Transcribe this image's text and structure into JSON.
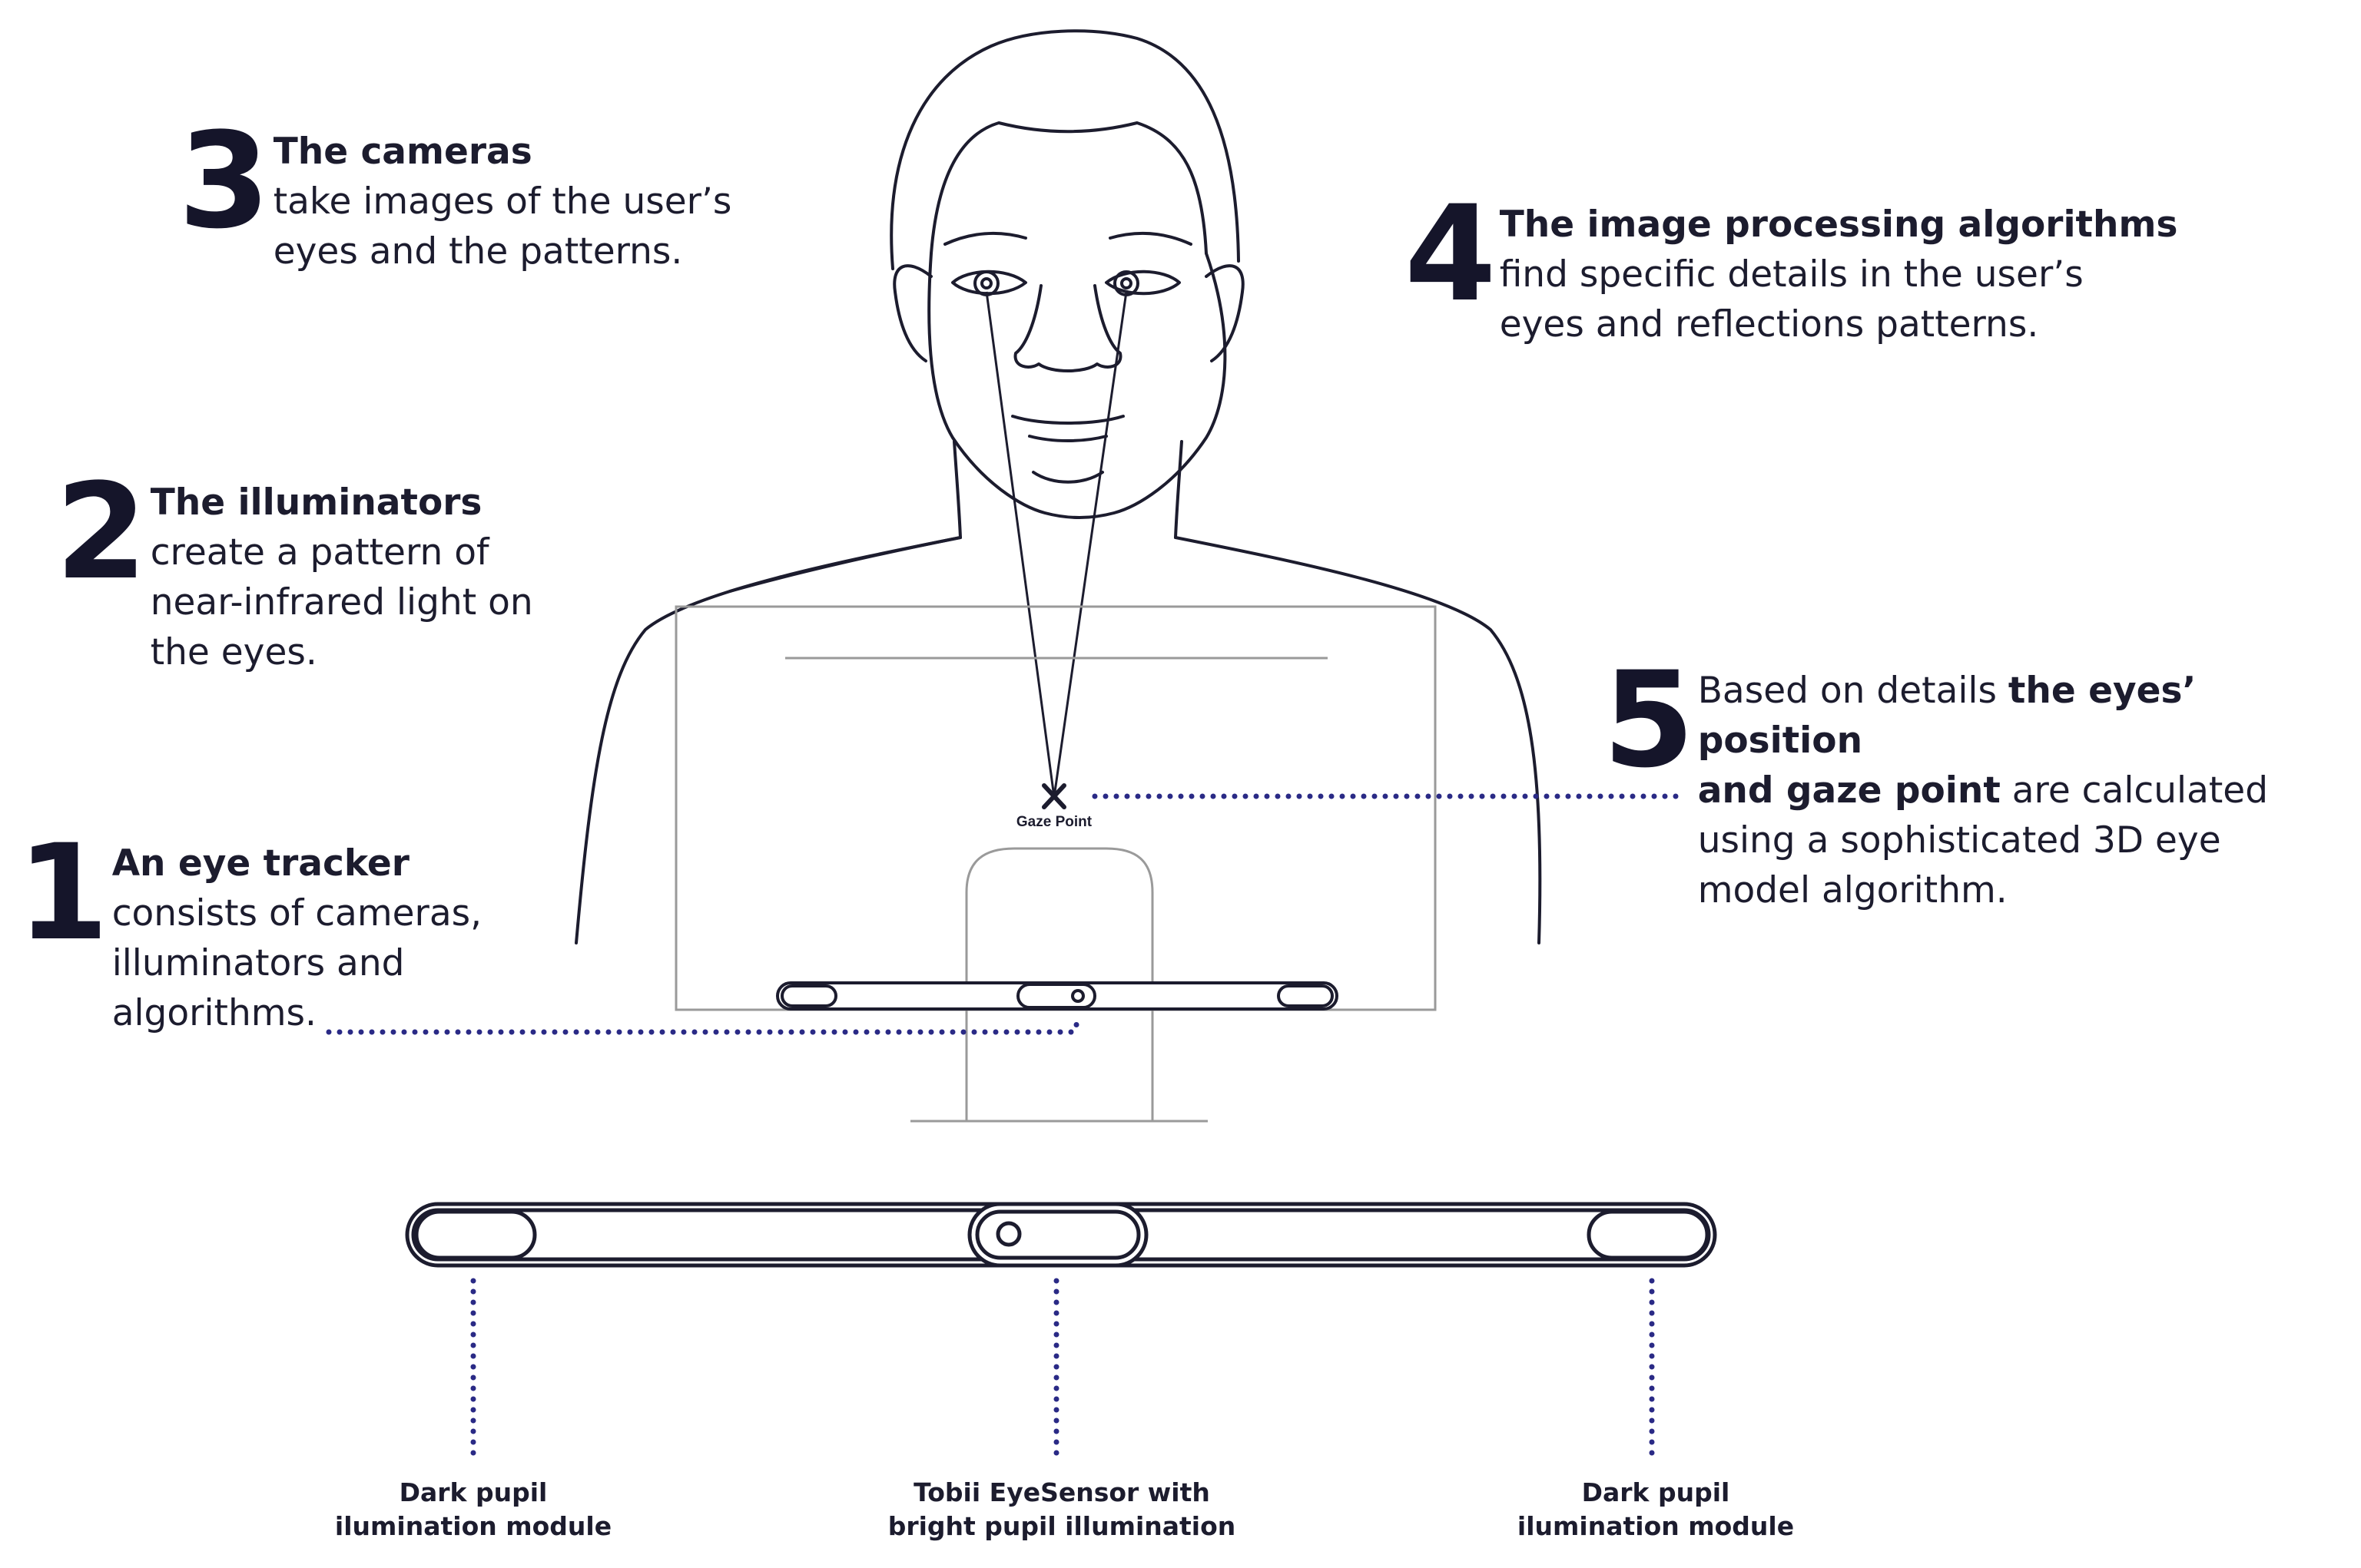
{
  "steps": [
    {
      "number": "1",
      "title": "An eye tracker",
      "lines": [
        "consists of cameras,",
        "illuminators and",
        "algorithms."
      ]
    },
    {
      "number": "2",
      "title": "The illuminators",
      "lines": [
        "create a pattern of",
        "near-infrared light on",
        "the eyes."
      ]
    },
    {
      "number": "3",
      "title": "The cameras",
      "lines": [
        "take images of the user’s",
        "eyes and the patterns."
      ]
    },
    {
      "number": "4",
      "title": "The image processing algorithms",
      "lines": [
        "find specific details in the user’s",
        "eyes and reflections patterns."
      ]
    },
    {
      "number": "5",
      "line1_a": "Based on details ",
      "line1_b": "the eyes’ position",
      "line2_a": "and gaze point",
      "line2_b": " are calculated",
      "line3": "using a sophisticated 3D eye",
      "line4": "model algorithm."
    }
  ],
  "gaze_label": "Gaze Point",
  "modules": [
    {
      "line1": "Dark pupil",
      "line2": "ilumination module"
    },
    {
      "line1": "Tobii EyeSensor with",
      "line2": "bright pupil illumination"
    },
    {
      "line1": "Dark pupil",
      "line2": "ilumination module"
    }
  ],
  "colors": {
    "ink": "#1c1c2e",
    "dots": "#2a2a86",
    "monitor": "#9a9a9a"
  }
}
